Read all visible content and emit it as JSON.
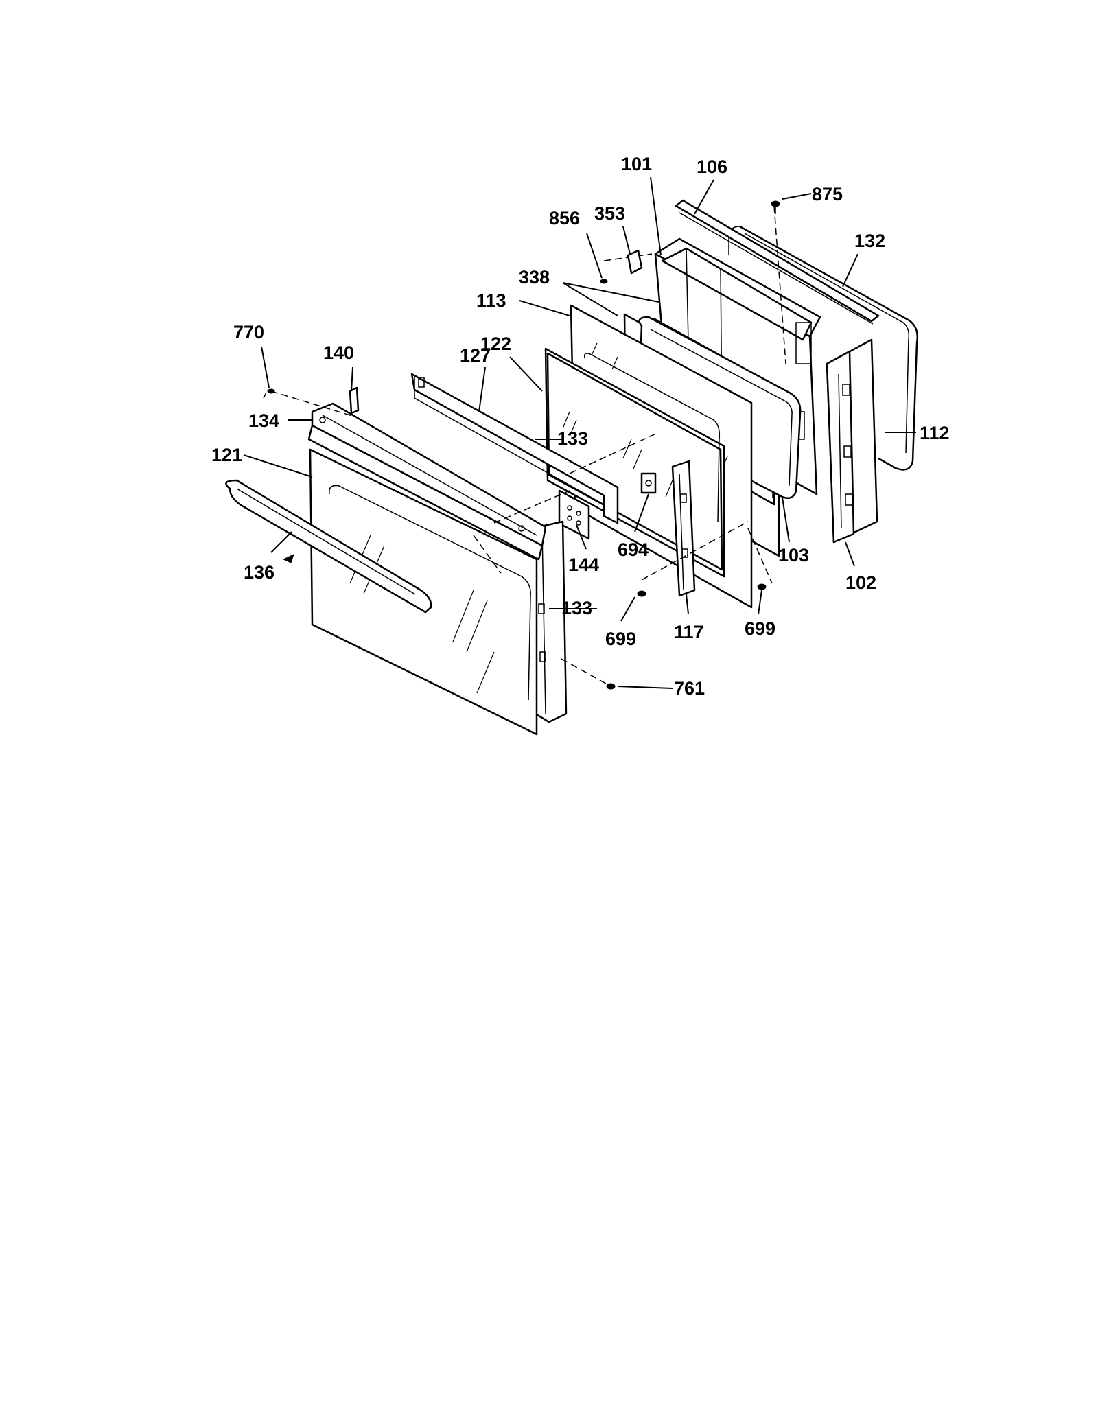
{
  "labels": {
    "p101": "101",
    "p106": "106",
    "p875": "875",
    "p856": "856",
    "p353": "353",
    "p132": "132",
    "p338": "338",
    "p113": "113",
    "p770": "770",
    "p140": "140",
    "p122": "122",
    "p127": "127",
    "p133a": "133",
    "p134": "134",
    "p121": "121",
    "p112": "112",
    "p694": "694",
    "p144": "144",
    "p103": "103",
    "p136": "136",
    "p102": "102",
    "p133b": "133",
    "p699a": "699",
    "p117": "117",
    "p699b": "699",
    "p761": "761"
  }
}
